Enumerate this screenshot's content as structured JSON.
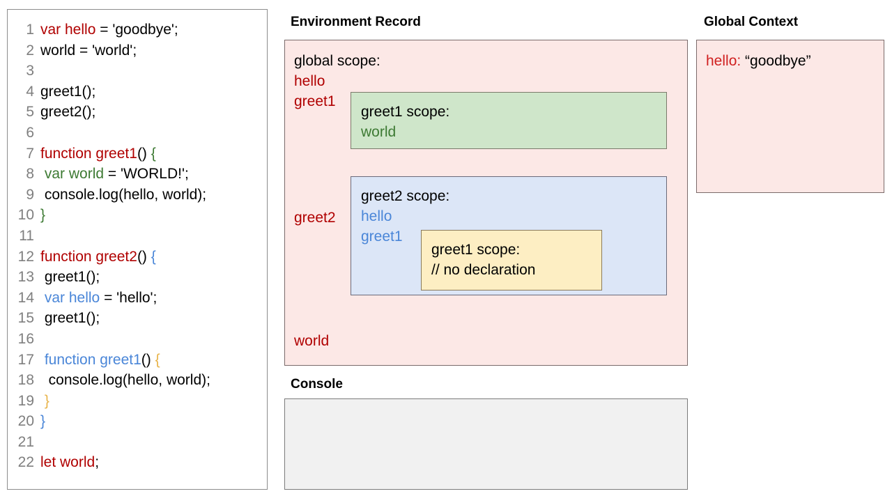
{
  "code_panel": {
    "lines": [
      {
        "num": "1",
        "tokens": [
          {
            "t": "var hello",
            "c": "red"
          },
          {
            "t": " = 'goodbye';",
            "c": "black"
          }
        ]
      },
      {
        "num": "2",
        "tokens": [
          {
            "t": "world = 'world';",
            "c": "black"
          }
        ]
      },
      {
        "num": "3",
        "tokens": [
          {
            "t": "",
            "c": "black"
          }
        ]
      },
      {
        "num": "4",
        "tokens": [
          {
            "t": "greet1();",
            "c": "black"
          }
        ]
      },
      {
        "num": "5",
        "tokens": [
          {
            "t": "greet2();",
            "c": "black"
          }
        ]
      },
      {
        "num": "6",
        "tokens": [
          {
            "t": "",
            "c": "black"
          }
        ]
      },
      {
        "num": "7",
        "tokens": [
          {
            "t": "function greet1",
            "c": "red"
          },
          {
            "t": "()",
            "c": "black"
          },
          {
            "t": " {",
            "c": "green"
          }
        ]
      },
      {
        "num": "8",
        "tokens": [
          {
            "t": " ",
            "c": "black"
          },
          {
            "t": "var world",
            "c": "green"
          },
          {
            "t": " = 'WORLD!';",
            "c": "black"
          }
        ]
      },
      {
        "num": "9",
        "tokens": [
          {
            "t": " console.log(hello, world);",
            "c": "black"
          }
        ]
      },
      {
        "num": "10",
        "tokens": [
          {
            "t": "}",
            "c": "green"
          }
        ]
      },
      {
        "num": "11",
        "tokens": [
          {
            "t": "",
            "c": "black"
          }
        ]
      },
      {
        "num": "12",
        "tokens": [
          {
            "t": "function greet2",
            "c": "red"
          },
          {
            "t": "()",
            "c": "black"
          },
          {
            "t": " {",
            "c": "blue"
          }
        ]
      },
      {
        "num": "13",
        "tokens": [
          {
            "t": " greet1();",
            "c": "black"
          }
        ]
      },
      {
        "num": "14",
        "tokens": [
          {
            "t": " ",
            "c": "black"
          },
          {
            "t": "var hello",
            "c": "blue"
          },
          {
            "t": " = 'hello';",
            "c": "black"
          }
        ]
      },
      {
        "num": "15",
        "tokens": [
          {
            "t": " greet1();",
            "c": "black"
          }
        ]
      },
      {
        "num": "16",
        "tokens": [
          {
            "t": "",
            "c": "black"
          }
        ]
      },
      {
        "num": "17",
        "tokens": [
          {
            "t": " ",
            "c": "black"
          },
          {
            "t": "function greet1",
            "c": "blue"
          },
          {
            "t": "()",
            "c": "black"
          },
          {
            "t": " {",
            "c": "orange"
          }
        ]
      },
      {
        "num": "18",
        "tokens": [
          {
            "t": "  console.log(hello, world);",
            "c": "black"
          }
        ]
      },
      {
        "num": "19",
        "tokens": [
          {
            "t": " ",
            "c": "black"
          },
          {
            "t": "}",
            "c": "orange"
          }
        ]
      },
      {
        "num": "20",
        "tokens": [
          {
            "t": "}",
            "c": "blue"
          }
        ]
      },
      {
        "num": "21",
        "tokens": [
          {
            "t": "",
            "c": "black"
          }
        ]
      },
      {
        "num": "22",
        "tokens": [
          {
            "t": "let world",
            "c": "red"
          },
          {
            "t": ";",
            "c": "black"
          }
        ]
      }
    ]
  },
  "environment_record": {
    "title": "Environment Record",
    "global_scope_label": "global scope:",
    "global_bindings_top": [
      "hello",
      "greet1"
    ],
    "global_binding_greet2": "greet2",
    "global_binding_world": "world",
    "greet1_scope": {
      "title": "greet1 scope:",
      "bindings": [
        "world"
      ]
    },
    "greet2_scope": {
      "title": "greet2 scope:",
      "bindings": [
        "hello",
        "greet1"
      ],
      "nested_greet1_scope": {
        "title": "greet1 scope:",
        "note": "// no declaration"
      }
    }
  },
  "global_context": {
    "title": "Global Context",
    "entry_key": "hello:",
    "entry_value": " “goodbye”"
  },
  "console": {
    "title": "Console",
    "output": ""
  },
  "colors": {
    "red": "#b00000",
    "green": "#3d7a33",
    "blue": "#4a86d8",
    "orange": "#e8b44a",
    "pink_fill": "#fce8e6",
    "green_fill": "#cfe6ca",
    "blue_fill": "#dce6f7",
    "yellow_fill": "#fdeec3",
    "console_fill": "#f1f1f1"
  }
}
